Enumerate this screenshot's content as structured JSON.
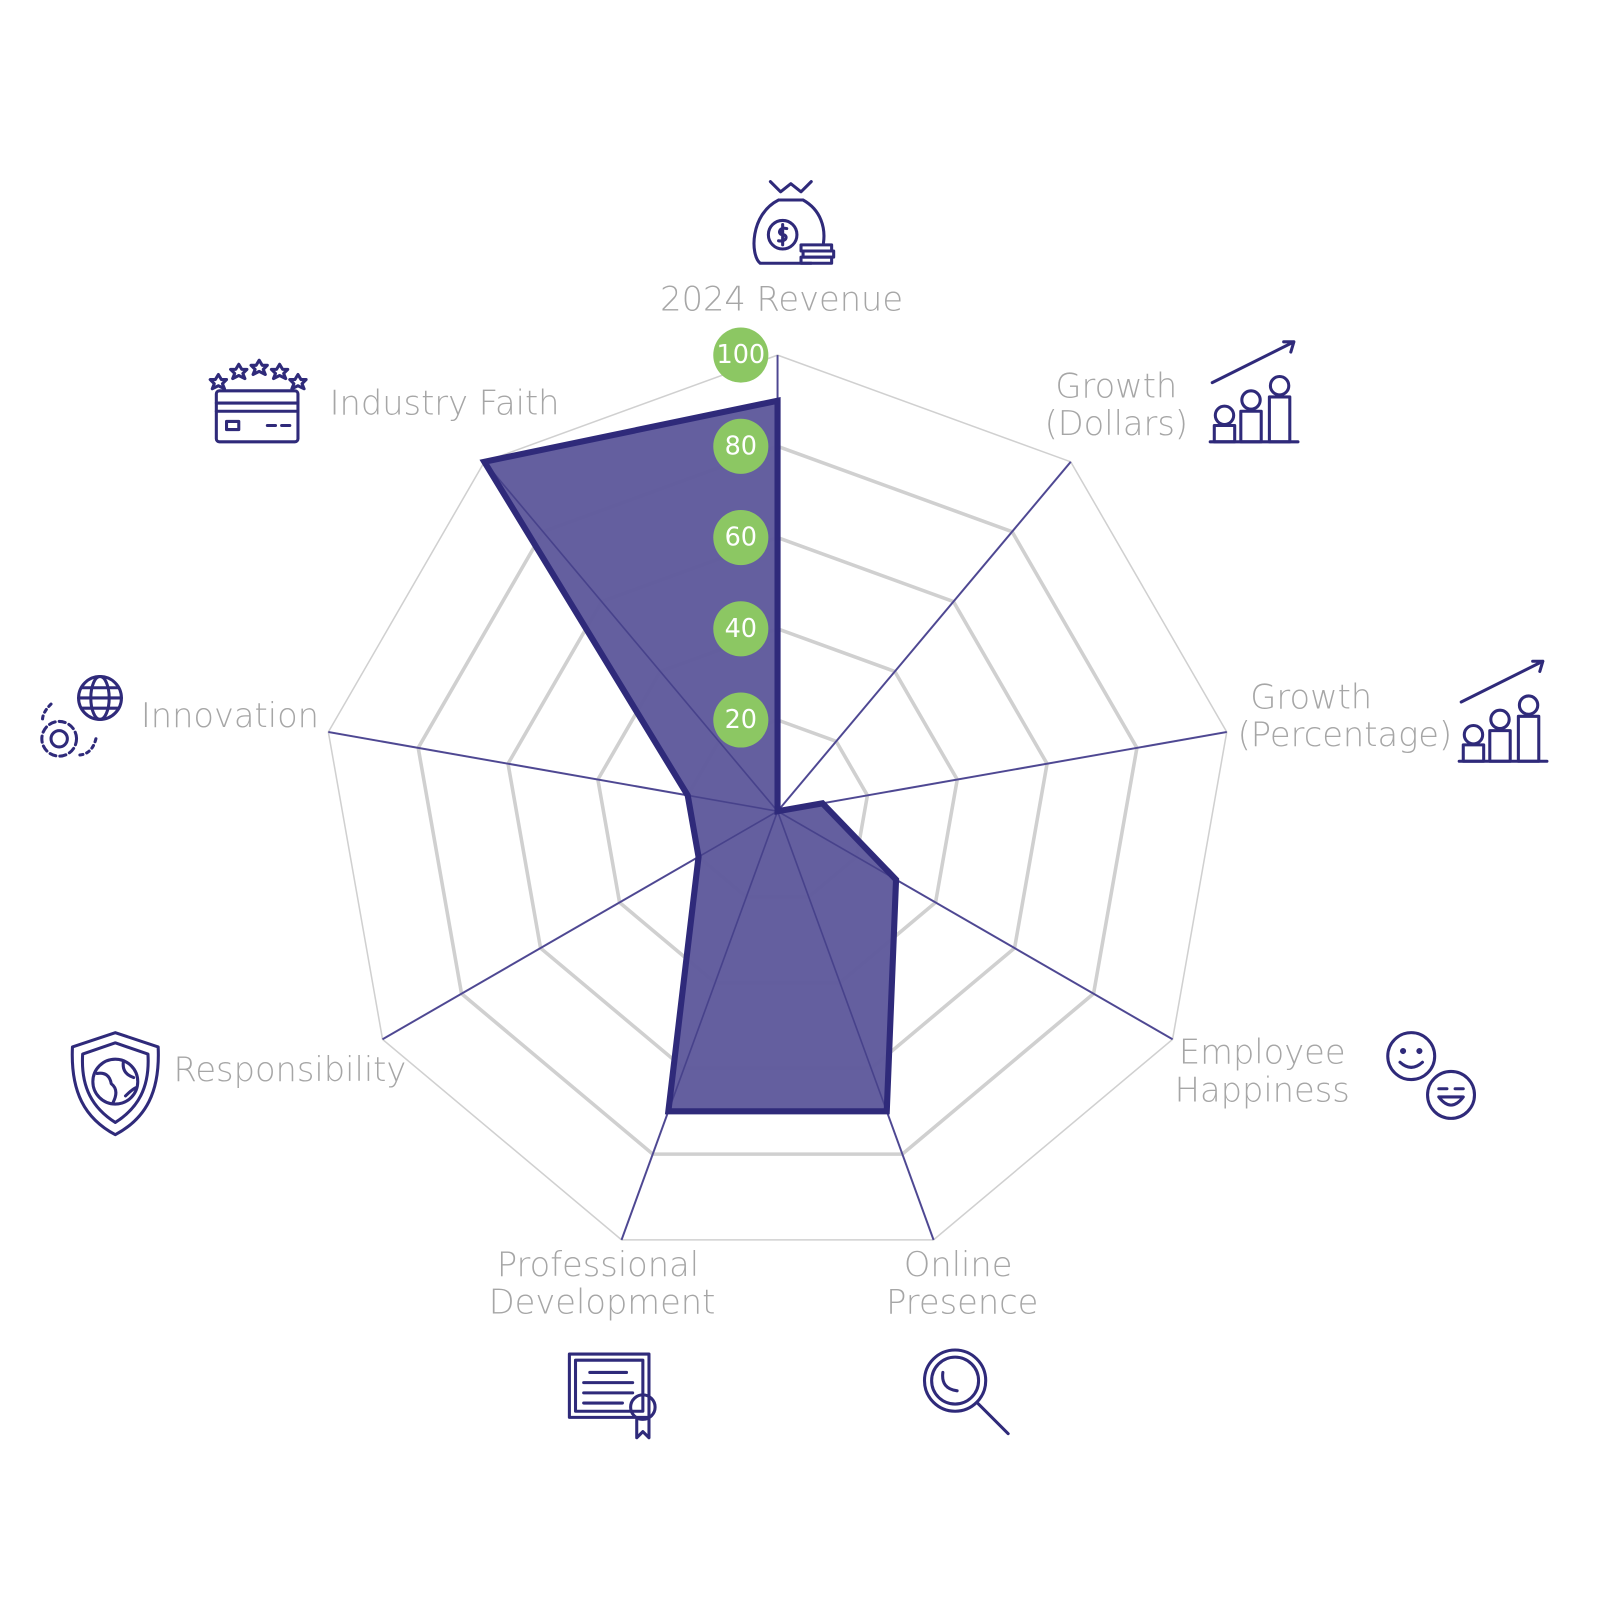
{
  "chart_data": {
    "type": "radar",
    "title": "",
    "categories": [
      {
        "lines": [
          "2024 Revenue"
        ]
      },
      {
        "lines": [
          "Growth",
          "(Dollars)"
        ]
      },
      {
        "lines": [
          "Growth",
          "(Percentage)"
        ]
      },
      {
        "lines": [
          "Employee",
          "Happiness"
        ]
      },
      {
        "lines": [
          "Online",
          "Presence"
        ]
      },
      {
        "lines": [
          "Professional",
          "Development"
        ]
      },
      {
        "lines": [
          "Responsibility"
        ]
      },
      {
        "lines": [
          "Innovation"
        ]
      },
      {
        "lines": [
          "Industry Faith"
        ]
      }
    ],
    "values": [
      90,
      0,
      10,
      30,
      70,
      70,
      20,
      20,
      100
    ],
    "rlim": [
      0,
      100
    ],
    "ticks": [
      "20",
      "40",
      "60",
      "80",
      "100"
    ],
    "tick_values": [
      20,
      40,
      60,
      80,
      100
    ],
    "icons": [
      "money-bag-icon",
      "coin-stack-growth-icon",
      "coin-stack-growth-icon",
      "smiley-faces-icon",
      "magnifier-icon",
      "certificate-icon",
      "shield-globe-icon",
      "globe-gear-icon",
      "rated-card-icon"
    ],
    "colors": {
      "fill": "#5f5a9c",
      "stroke": "#2f2a7a",
      "axis": "#6b64a8",
      "ring": "#d0d0d0",
      "tick_badge": "#8cc763",
      "label": "#a6a6a6"
    }
  }
}
